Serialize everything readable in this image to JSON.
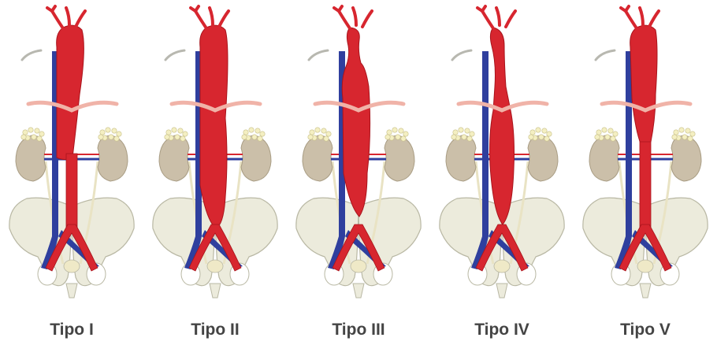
{
  "panels": [
    {
      "label": "Tipo I",
      "aneurysm": "I"
    },
    {
      "label": "Tipo II",
      "aneurysm": "II"
    },
    {
      "label": "Tipo III",
      "aneurysm": "III"
    },
    {
      "label": "Tipo IV",
      "aneurysm": "IV"
    },
    {
      "label": "Tipo V",
      "aneurysm": "V"
    }
  ],
  "colors": {
    "aorta": "#d7262f",
    "aorta_dark": "#a8141c",
    "vein": "#2f3f9e",
    "kidney": "#cbbfa9",
    "adrenal": "#ece6b0",
    "bone": "#ecebdc",
    "bone_stroke": "#b9b8a4",
    "diaphragm": "#f0b3a8"
  }
}
